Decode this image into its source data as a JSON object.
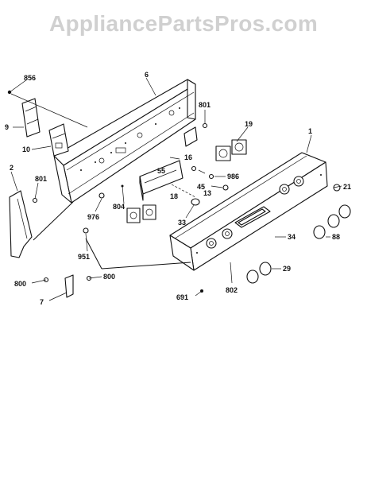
{
  "watermark": "AppliancePartsPros.com",
  "callouts": {
    "c856": "856",
    "c6": "6",
    "c801a": "801",
    "c9": "9",
    "c10": "10",
    "c19": "19",
    "c1": "1",
    "c16": "16",
    "c2": "2",
    "c801b": "801",
    "c55": "55",
    "c986": "986",
    "c45": "45",
    "c21": "21",
    "c13": "13",
    "c18": "18",
    "c804": "804",
    "c976": "976",
    "c33": "33",
    "c34": "34",
    "c88": "88",
    "c951": "951",
    "c29": "29",
    "c800a": "800",
    "c800b": "800",
    "c802": "802",
    "c7": "7",
    "c691": "691"
  }
}
